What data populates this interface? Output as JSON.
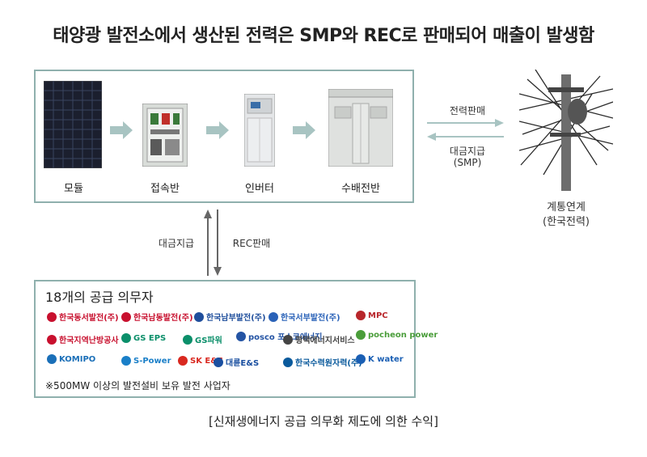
{
  "title": "태양광 발전소에서 생산된 전력은 SMP와 REC로 판매되어 매출이 발생함",
  "components": {
    "module": "모듈",
    "junction_box": "접속반",
    "inverter": "인버터",
    "switchboard": "수배전반",
    "grid": "계통연계",
    "grid_sub": "(한국전력)"
  },
  "flows": {
    "power_sale": "전력판매",
    "payment_smp": "대금지급",
    "payment_smp_sub": "(SMP)",
    "payment_rec": "대금지급",
    "rec_sale": "REC판매"
  },
  "suppliers": {
    "title": "18개의 공급 의무자",
    "logos": [
      {
        "name": "한국동서발전(주)",
        "color": "#c8102e"
      },
      {
        "name": "한국남동발전(주)",
        "color": "#c8102e"
      },
      {
        "name": "한국남부발전(주)",
        "color": "#1f4e9c"
      },
      {
        "name": "한국서부발전(주)",
        "color": "#2a62b8"
      },
      {
        "name": "MPC",
        "color": "#b8262b"
      },
      {
        "name": "한국지역난방공사",
        "color": "#c8102e"
      },
      {
        "name": "GS EPS",
        "color": "#0b8f6a"
      },
      {
        "name": "GS파워",
        "color": "#0b8f6a"
      },
      {
        "name": "posco 포스코에너지",
        "color": "#2454a4"
      },
      {
        "name": "평택에너지서비스",
        "color": "#444444"
      },
      {
        "name": "pocheon power",
        "color": "#4a9d3a"
      },
      {
        "name": "KOMIPO",
        "color": "#1a6fb8"
      },
      {
        "name": "S-Power",
        "color": "#1a7fc8"
      },
      {
        "name": "SK E&S",
        "color": "#d9281f"
      },
      {
        "name": "대륜E&S",
        "color": "#1a4fa0"
      },
      {
        "name": "한국수력원자력(주)",
        "color": "#0a5a9c"
      },
      {
        "name": "K water",
        "color": "#1a5fb4"
      }
    ],
    "note": "※500MW 이상의 발전설비 보유 발전 사업자"
  },
  "caption": "[신재생에너지 공급 의무화 제도에 의한 수익]",
  "colors": {
    "box_border": "#8fb0ad",
    "flow_arrow": "#a8c4c2",
    "line_arrow": "#666666"
  }
}
